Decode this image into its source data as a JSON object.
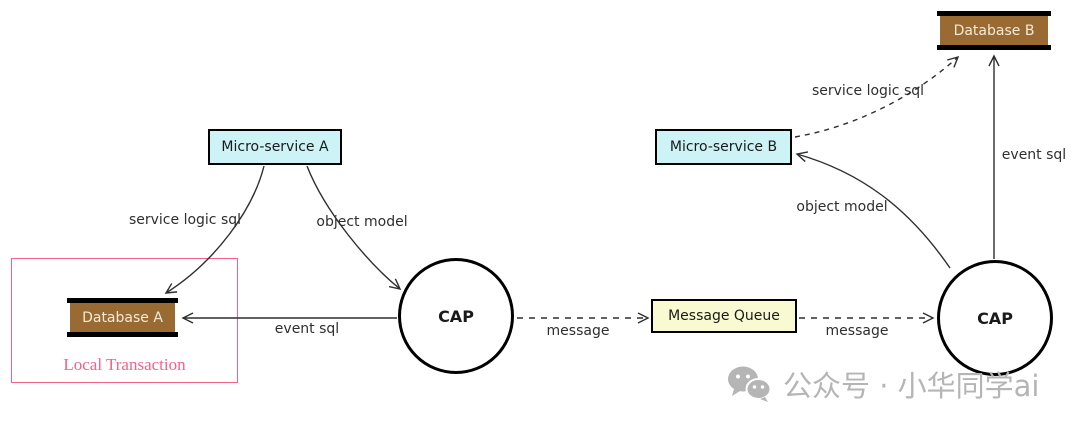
{
  "nodes": {
    "microservice_a": {
      "label": "Micro-service A"
    },
    "microservice_b": {
      "label": "Micro-service B"
    },
    "database_a": {
      "label": "Database A"
    },
    "database_b": {
      "label": "Database B"
    },
    "message_queue": {
      "label": "Message Queue"
    },
    "cap_left": {
      "label": "CAP"
    },
    "cap_right": {
      "label": "CAP"
    },
    "local_transaction": {
      "label": "Local Transaction"
    }
  },
  "edge_labels": {
    "service_logic_sql_a": "service logic sql",
    "object_model_a": "object model",
    "event_sql_a": "event sql",
    "message_left": "message",
    "message_right": "message",
    "service_logic_sql_b": "service logic sql",
    "object_model_b": "object model",
    "event_sql_b": "event sql"
  },
  "watermark": {
    "icon": "wechat-icon",
    "text": "公众号 · 小华同学ai"
  },
  "colors": {
    "service_fill": "#cdf3f7",
    "database_fill": "#9a6a33",
    "database_text": "#f2ead9",
    "queue_fill": "#fafad2",
    "transaction_pink": "#f4628a",
    "line": "#2f2f2f",
    "watermark_gray": "#b5b5b5",
    "background": "#ffffff"
  }
}
